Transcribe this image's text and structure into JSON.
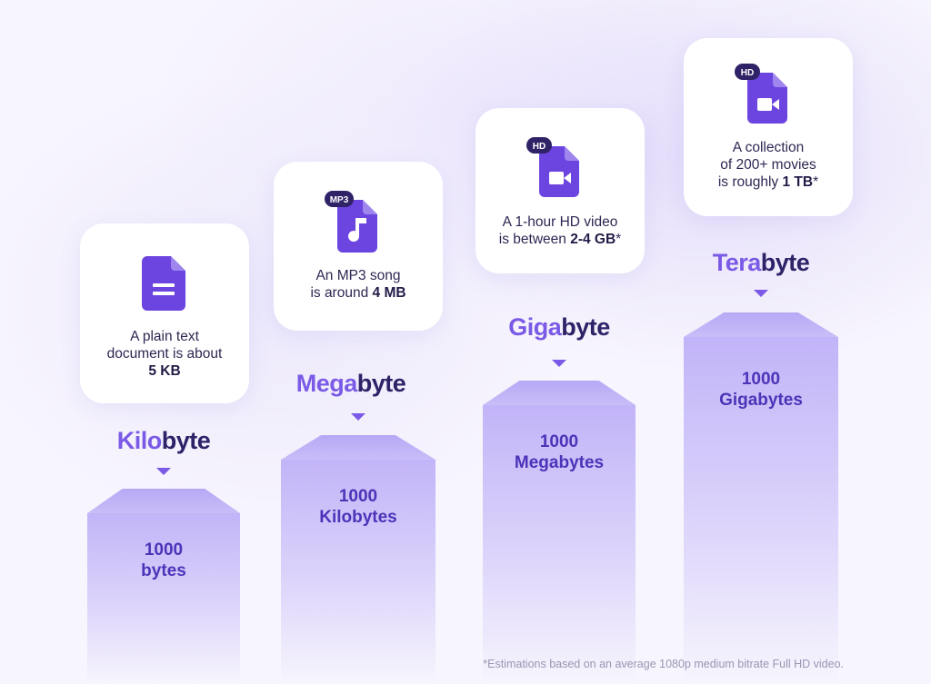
{
  "tiers": [
    {
      "label_prefix": "Kilo",
      "label_suffix": "byte",
      "value_line1": "1000",
      "value_line2": "bytes",
      "desc_lines": [
        "A plain text",
        "document is about"
      ],
      "desc_bold": "5 KB",
      "icon": "text-document-icon",
      "badge": ""
    },
    {
      "label_prefix": "Mega",
      "label_suffix": "byte",
      "value_line1": "1000",
      "value_line2": "Kilobytes",
      "desc_lines": [
        "An MP3 song",
        "is around"
      ],
      "desc_bold": "4 MB",
      "icon": "music-file-icon",
      "badge": "MP3"
    },
    {
      "label_prefix": "Giga",
      "label_suffix": "byte",
      "value_line1": "1000",
      "value_line2": "Megabytes",
      "desc_lines": [
        "A 1-hour HD video",
        "is between"
      ],
      "desc_bold": "2-4 GB",
      "desc_suffix": "*",
      "icon": "video-file-icon",
      "badge": "HD"
    },
    {
      "label_prefix": "Tera",
      "label_suffix": "byte",
      "value_line1": "1000",
      "value_line2": "Gigabytes",
      "desc_lines": [
        "A collection",
        "of 200+ movies",
        "is roughly"
      ],
      "desc_bold": "1 TB",
      "desc_suffix": "*",
      "icon": "video-file-icon",
      "badge": "HD"
    }
  ],
  "footnote": "*Estimations based on an average 1080p medium bitrate Full HD video.",
  "colors": {
    "accent": "#7a5ae6",
    "dark": "#2e2268",
    "icon": "#6c45e0",
    "badge": "#2f2266"
  }
}
